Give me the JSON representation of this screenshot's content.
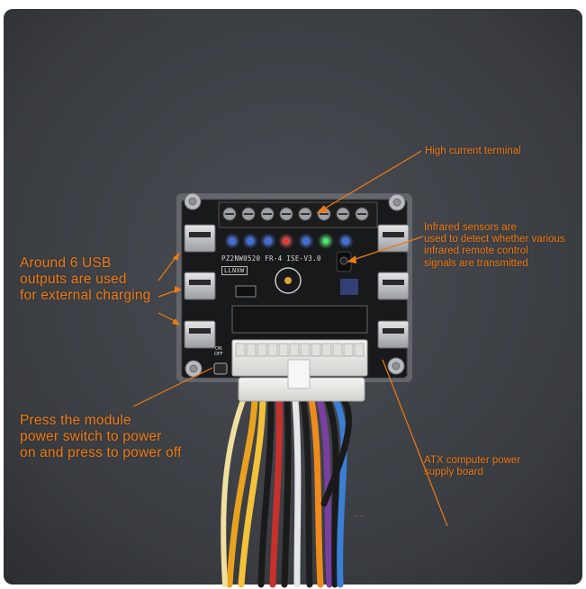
{
  "annotations": {
    "high_current_terminal": "High current terminal",
    "infrared_sensors": "Infrared sensors are\nused to detect whether various\ninfrared remote control\nsignals are transmitted",
    "usb_outputs": "Around 6 USB\noutputs are used\nfor external charging",
    "power_switch": "Press the module\npower switch to power\non and press to power off",
    "atx_board": "ATX computer power\nsupply board",
    "dots": ". ."
  },
  "pcb": {
    "model_label": "PZ2NW0520 FR-4 ISE-V3.0",
    "brand": "LLNXW",
    "switch_label": "ON\nOFF"
  },
  "colors": {
    "annotation": "#f07a12",
    "background": "#3a3d42",
    "pcb": "#18191b",
    "led_blue": "#2d6bff",
    "led_red": "#ff2a2a",
    "led_green": "#2bff5a"
  }
}
